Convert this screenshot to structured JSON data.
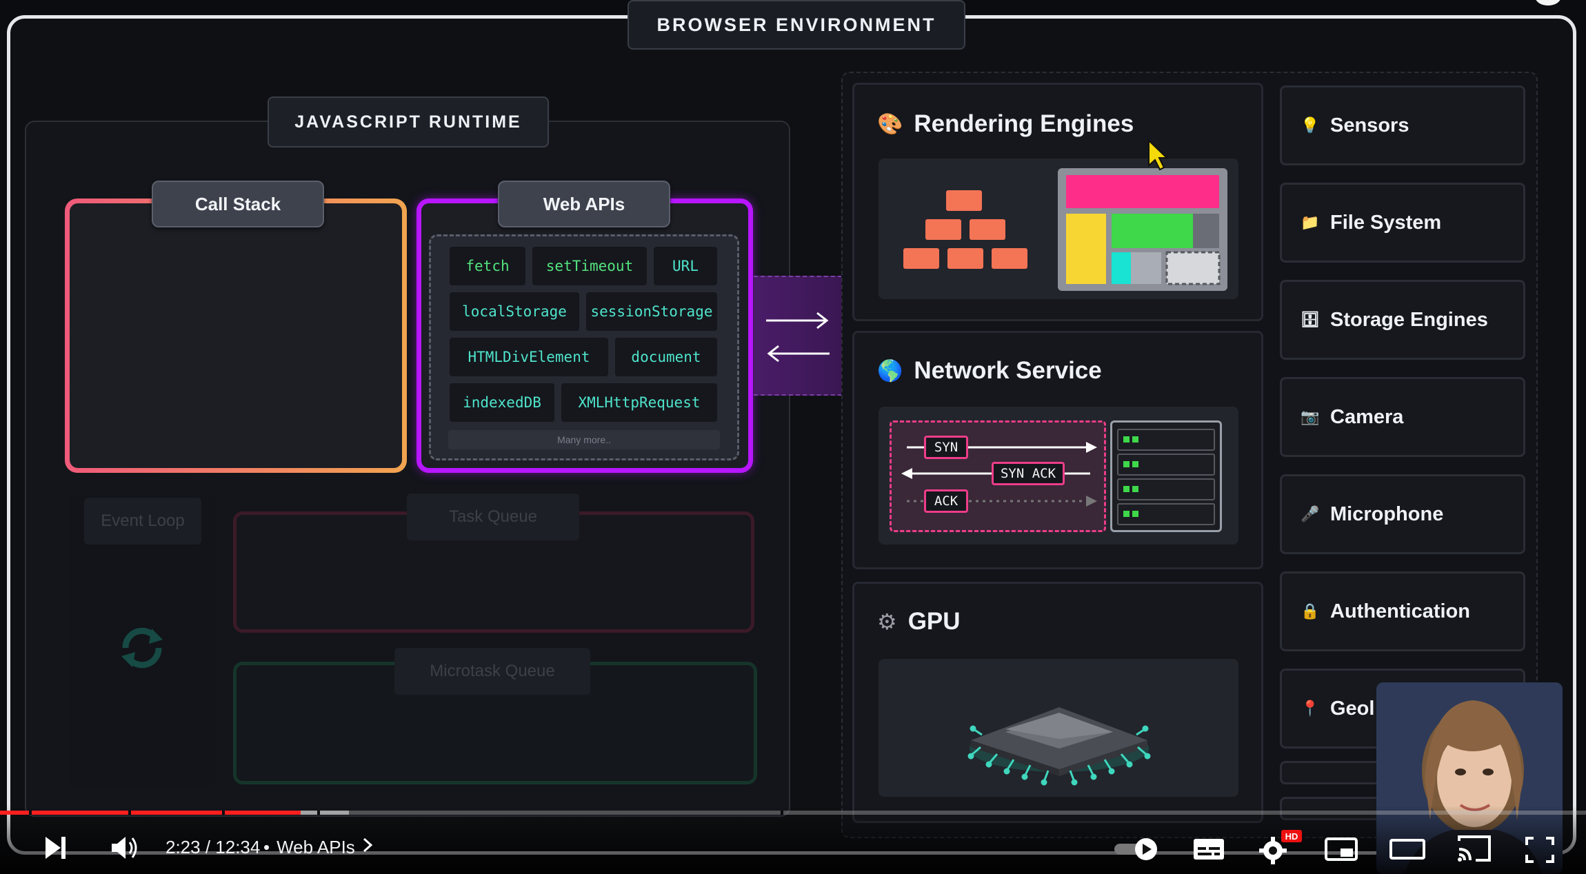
{
  "diagram": {
    "environment_label": "BROWSER ENVIRONMENT",
    "runtime_label": "JAVASCRIPT RUNTIME",
    "call_stack_label": "Call Stack",
    "web_apis_label": "Web APIs",
    "web_apis": [
      {
        "label": "fetch",
        "color": "green"
      },
      {
        "label": "setTimeout",
        "color": "green"
      },
      {
        "label": "URL",
        "color": "cyan"
      },
      {
        "label": "localStorage",
        "color": "cyan"
      },
      {
        "label": "sessionStorage",
        "color": "cyan"
      },
      {
        "label": "HTMLDivElement",
        "color": "cyan"
      },
      {
        "label": "document",
        "color": "cyan"
      },
      {
        "label": "indexedDB",
        "color": "cyan"
      },
      {
        "label": "XMLHttpRequest",
        "color": "cyan"
      }
    ],
    "many_more": "Many more..",
    "event_loop_label": "Event Loop",
    "task_queue_label": "Task Queue",
    "microtask_queue_label": "Microtask Queue",
    "services": {
      "rendering": {
        "title": "Rendering Engines",
        "icon": "palette-icon"
      },
      "network": {
        "title": "Network Service",
        "icon": "globe-icon",
        "syn": "SYN",
        "syn_ack": "SYN ACK",
        "ack": "ACK"
      },
      "gpu": {
        "title": "GPU",
        "icon": "gear-icon"
      }
    },
    "side_items": [
      {
        "label": "Sensors",
        "icon": "lightbulb-icon",
        "glyph": "💡"
      },
      {
        "label": "File System",
        "icon": "folder-icon",
        "glyph": "📁"
      },
      {
        "label": "Storage Engines",
        "icon": "cabinet-icon",
        "glyph": "🗄"
      },
      {
        "label": "Camera",
        "icon": "camera-icon",
        "glyph": "📷"
      },
      {
        "label": "Microphone",
        "icon": "microphone-icon",
        "glyph": "🎤"
      },
      {
        "label": "Authentication",
        "icon": "lock-icon",
        "glyph": "🔒"
      },
      {
        "label": "Geol",
        "icon": "pin-icon",
        "glyph": "📍"
      }
    ],
    "colors": {
      "call_stack_gradient": [
        "#f05a7a",
        "#f2a450"
      ],
      "web_apis_border": "#b716ff",
      "api_green": "#54e37f",
      "api_cyan": "#4fe4cc",
      "network_accent": "#ee3d8a"
    }
  },
  "player": {
    "time": "2:23 / 12:34",
    "separator": "•",
    "chapter": "Web APIs",
    "progress": {
      "current_seconds": 143,
      "duration_seconds": 754
    },
    "hd_badge": "HD",
    "accent": "#ff1f1f"
  }
}
